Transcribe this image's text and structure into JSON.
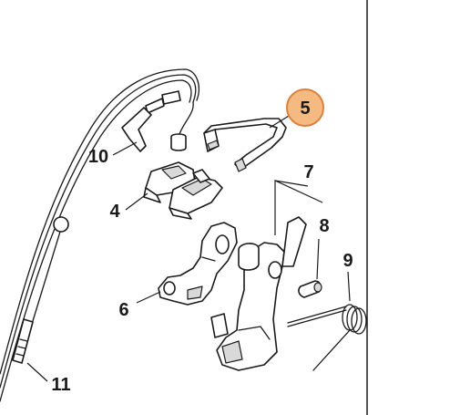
{
  "callouts": [
    {
      "id": "callout-5",
      "label": "5",
      "highlighted": true
    },
    {
      "id": "callout-7",
      "label": "7",
      "highlighted": false
    },
    {
      "id": "callout-8",
      "label": "8",
      "highlighted": false
    },
    {
      "id": "callout-9",
      "label": "9",
      "highlighted": false
    },
    {
      "id": "callout-10",
      "label": "10",
      "highlighted": false
    },
    {
      "id": "callout-4",
      "label": "4",
      "highlighted": false
    },
    {
      "id": "callout-6",
      "label": "6",
      "highlighted": false
    },
    {
      "id": "callout-11",
      "label": "11",
      "highlighted": false
    }
  ],
  "colors": {
    "highlight_fill": "#f5b982",
    "highlight_stroke": "#e0803a",
    "line": "#1a1a1a",
    "background": "#ffffff"
  }
}
